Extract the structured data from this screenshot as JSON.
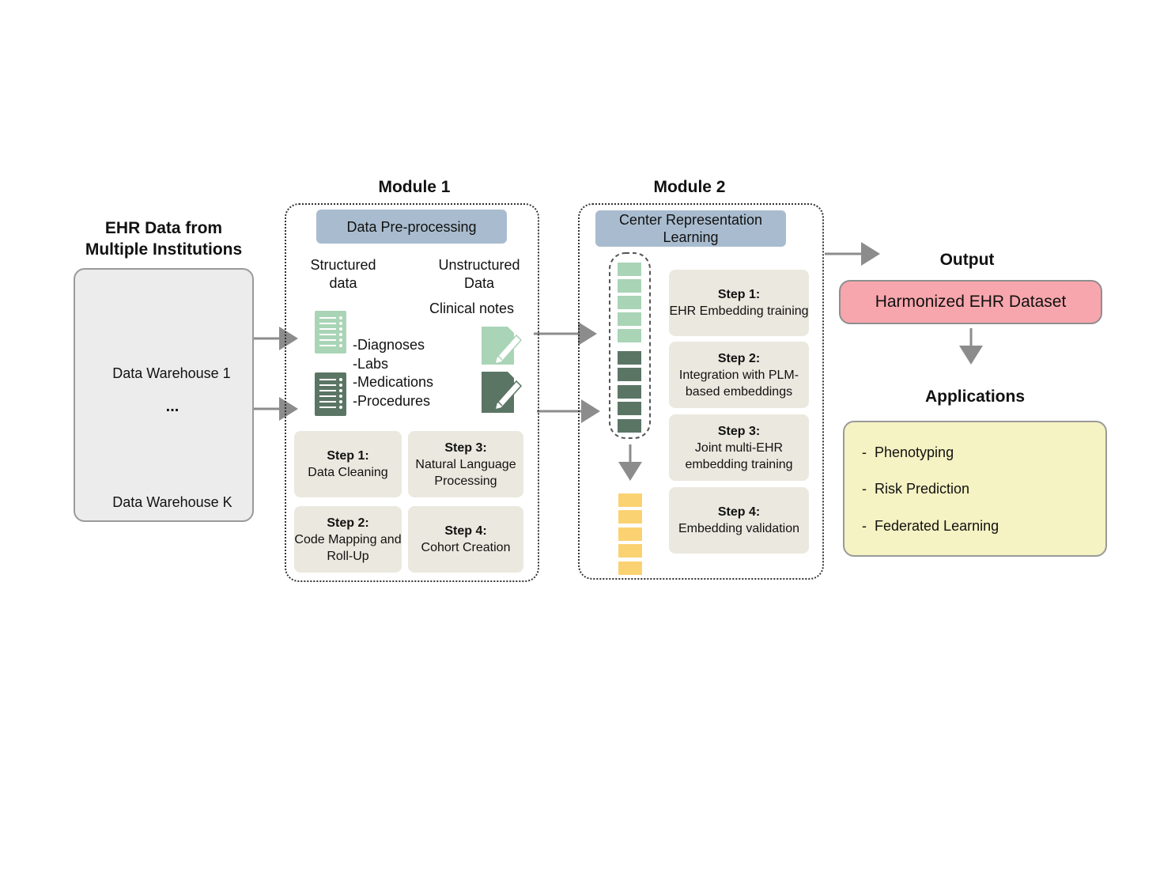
{
  "sources": {
    "title": "EHR Data from Multiple Institutions",
    "warehouse_1": "Data Warehouse 1",
    "ellipsis": "...",
    "warehouse_k": "Data Warehouse K"
  },
  "module1": {
    "title": "Module 1",
    "header": "Data Pre-processing",
    "structured_label": "Structured data",
    "unstructured_label": "Unstructured Data",
    "clinical_notes": "Clinical notes",
    "items": [
      "-Diagnoses",
      "-Labs",
      "-Medications",
      "-Procedures"
    ],
    "steps": [
      {
        "step": "Step 1:",
        "text": "Data Cleaning"
      },
      {
        "step": "Step 3:",
        "text": "Natural Language Processing"
      },
      {
        "step": "Step 2:",
        "text": "Code Mapping and Roll-Up"
      },
      {
        "step": "Step 4:",
        "text": "Cohort Creation"
      }
    ]
  },
  "module2": {
    "title": "Module 2",
    "header": "Center Representation Learning",
    "steps": [
      {
        "step": "Step 1:",
        "text": "EHR Embedding training"
      },
      {
        "step": "Step 2:",
        "text": "Integration with PLM-based embeddings"
      },
      {
        "step": "Step 3:",
        "text": "Joint multi-EHR embedding training"
      },
      {
        "step": "Step 4:",
        "text": "Embedding validation"
      }
    ]
  },
  "output": {
    "title": "Output",
    "dataset": "Harmonized EHR Dataset"
  },
  "applications": {
    "title": "Applications",
    "items": [
      "-  Phenotyping",
      "-  Risk Prediction",
      "-  Federated Learning"
    ]
  },
  "colors": {
    "light_green": "#a9d4b6",
    "dark_green": "#5b7565",
    "header_blue": "#a9bccf",
    "step_beige": "#ebe8df",
    "output_pink": "#f8a6ad",
    "app_yellow": "#f5f2c3",
    "embedding_yellow": "#fbd272",
    "arrow_gray": "#8c8c8c"
  },
  "icons": [
    "hospital-icon",
    "database-icon",
    "document-list-icon",
    "note-pencil-icon",
    "stethoscope-icon",
    "line-chart-icon",
    "network-hierarchy-icon"
  ]
}
